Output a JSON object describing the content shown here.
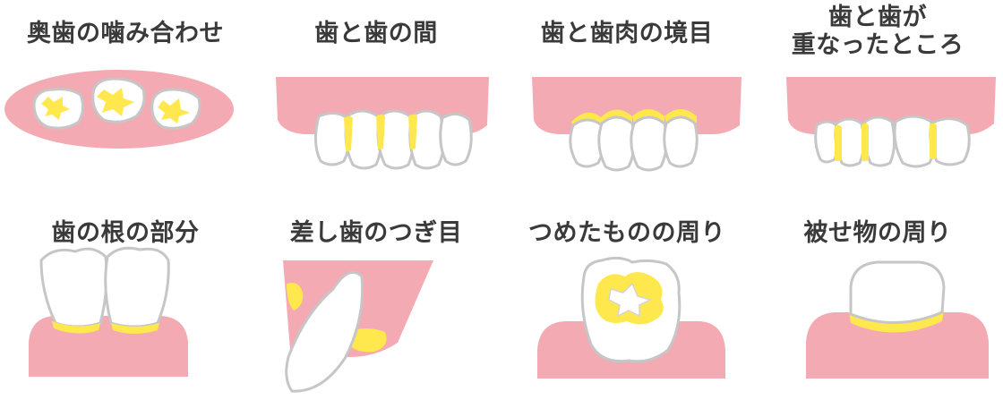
{
  "colors": {
    "gum": "#f4aab2",
    "plaque": "#ffe84d",
    "tooth": "#ffffff",
    "outline": "#c6c6c6",
    "text": "#3a3a3a"
  },
  "items": [
    {
      "label": "奥歯の噛み合わせ"
    },
    {
      "label": "歯と歯の間"
    },
    {
      "label": "歯と歯肉の境目"
    },
    {
      "label": "歯と歯が",
      "label2": "重なったところ"
    },
    {
      "label": "歯の根の部分"
    },
    {
      "label": "差し歯のつぎ目"
    },
    {
      "label": "つめたものの周り"
    },
    {
      "label": "被せ物の周り"
    }
  ]
}
